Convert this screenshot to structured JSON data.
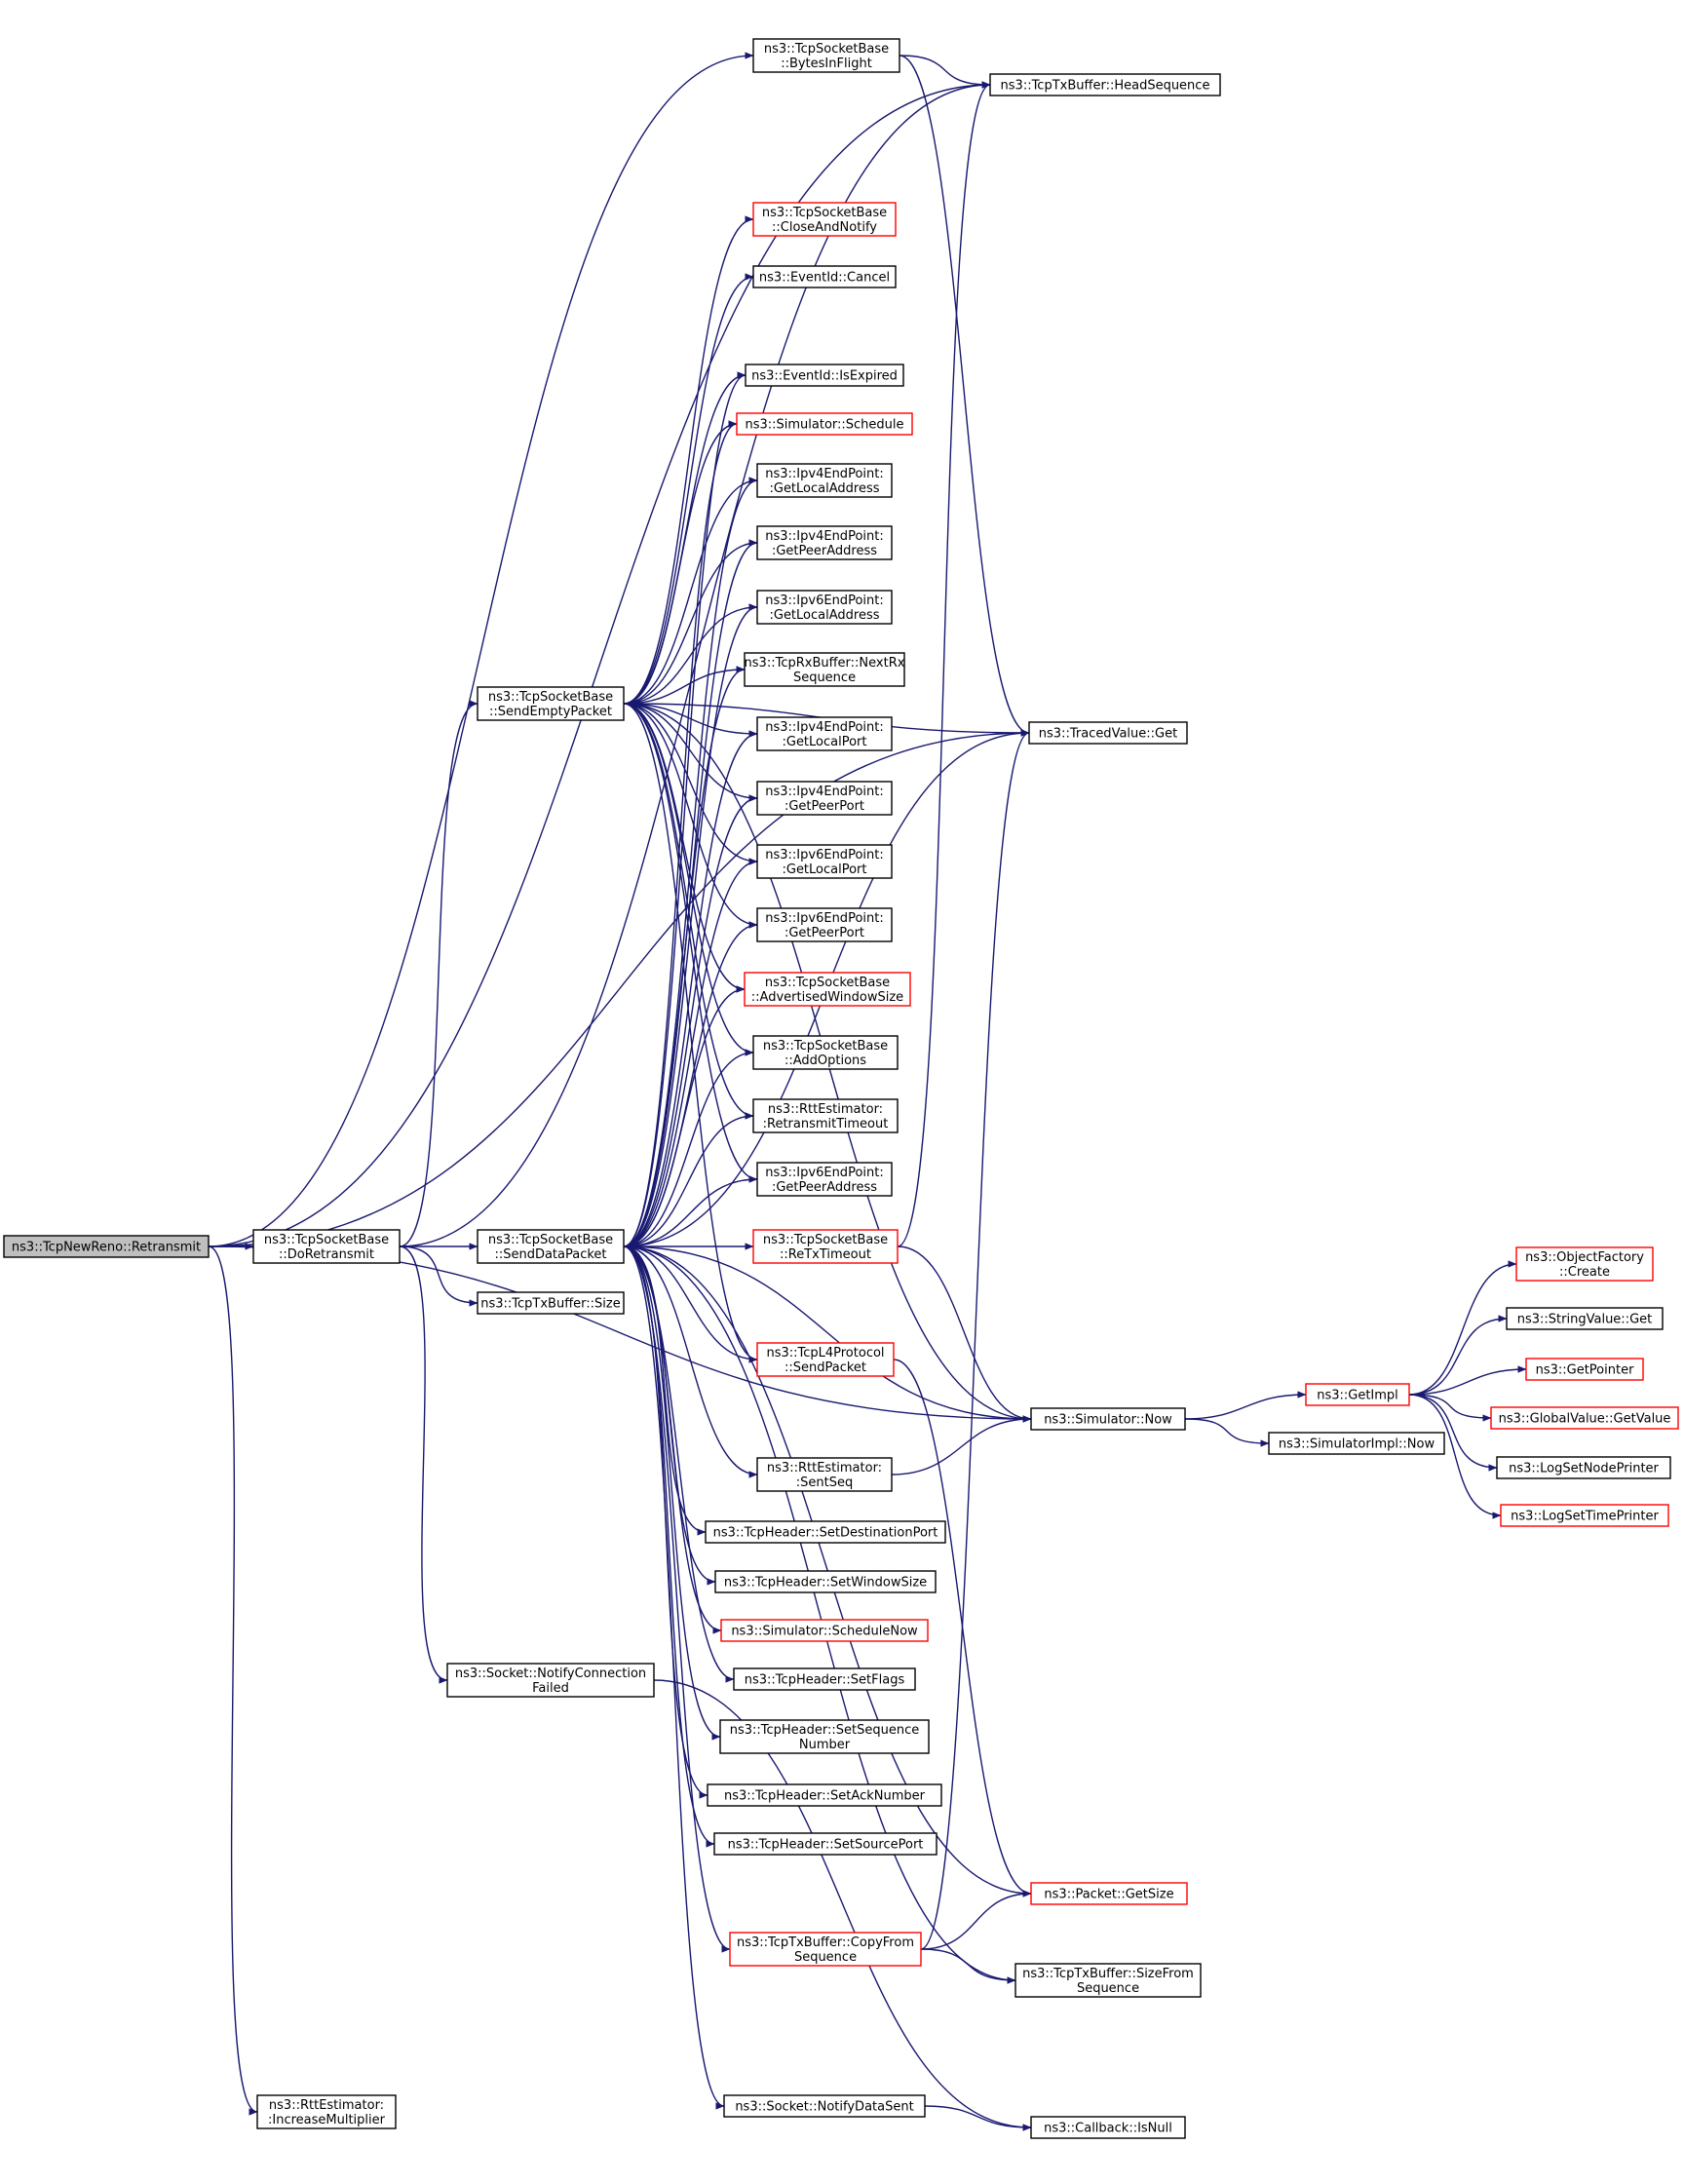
{
  "nodes": {
    "retransmit": {
      "lines": [
        "ns3::TcpNewReno::Retransmit"
      ],
      "style": "root"
    },
    "doRetransmit": {
      "lines": [
        "ns3::TcpSocketBase",
        "::DoRetransmit"
      ],
      "style": "normal"
    },
    "bytesInFlight": {
      "lines": [
        "ns3::TcpSocketBase",
        "::BytesInFlight"
      ],
      "style": "normal"
    },
    "headSequence": {
      "lines": [
        "ns3::TcpTxBuffer::HeadSequence"
      ],
      "style": "normal"
    },
    "closeAndNotify": {
      "lines": [
        "ns3::TcpSocketBase",
        "::CloseAndNotify"
      ],
      "style": "red"
    },
    "eventCancel": {
      "lines": [
        "ns3::EventId::Cancel"
      ],
      "style": "normal"
    },
    "isExpired": {
      "lines": [
        "ns3::EventId::IsExpired"
      ],
      "style": "normal"
    },
    "schedule": {
      "lines": [
        "ns3::Simulator::Schedule"
      ],
      "style": "red"
    },
    "ipv4GetLocalAddress": {
      "lines": [
        "ns3::Ipv4EndPoint:",
        ":GetLocalAddress"
      ],
      "style": "normal"
    },
    "ipv4GetPeerAddress": {
      "lines": [
        "ns3::Ipv4EndPoint:",
        ":GetPeerAddress"
      ],
      "style": "normal"
    },
    "ipv6GetLocalAddress": {
      "lines": [
        "ns3::Ipv6EndPoint:",
        ":GetLocalAddress"
      ],
      "style": "normal"
    },
    "nextRxSequence": {
      "lines": [
        "ns3::TcpRxBuffer::NextRx",
        "Sequence"
      ],
      "style": "normal"
    },
    "ipv4GetLocalPort": {
      "lines": [
        "ns3::Ipv4EndPoint:",
        ":GetLocalPort"
      ],
      "style": "normal"
    },
    "ipv4GetPeerPort": {
      "lines": [
        "ns3::Ipv4EndPoint:",
        ":GetPeerPort"
      ],
      "style": "normal"
    },
    "ipv6GetLocalPort": {
      "lines": [
        "ns3::Ipv6EndPoint:",
        ":GetLocalPort"
      ],
      "style": "normal"
    },
    "ipv6GetPeerPort": {
      "lines": [
        "ns3::Ipv6EndPoint:",
        ":GetPeerPort"
      ],
      "style": "normal"
    },
    "advertisedWindowSize": {
      "lines": [
        "ns3::TcpSocketBase",
        "::AdvertisedWindowSize"
      ],
      "style": "red"
    },
    "addOptions": {
      "lines": [
        "ns3::TcpSocketBase",
        "::AddOptions"
      ],
      "style": "normal"
    },
    "retransmitTimeout": {
      "lines": [
        "ns3::RttEstimator:",
        ":RetransmitTimeout"
      ],
      "style": "normal"
    },
    "ipv6GetPeerAddress": {
      "lines": [
        "ns3::Ipv6EndPoint:",
        ":GetPeerAddress"
      ],
      "style": "normal"
    },
    "sendEmptyPacket": {
      "lines": [
        "ns3::TcpSocketBase",
        "::SendEmptyPacket"
      ],
      "style": "normal"
    },
    "sendDataPacket": {
      "lines": [
        "ns3::TcpSocketBase",
        "::SendDataPacket"
      ],
      "style": "normal"
    },
    "txBufferSize": {
      "lines": [
        "ns3::TcpTxBuffer::Size"
      ],
      "style": "normal"
    },
    "reTxTimeout": {
      "lines": [
        "ns3::TcpSocketBase",
        "::ReTxTimeout"
      ],
      "style": "red"
    },
    "tracedValueGet": {
      "lines": [
        "ns3::TracedValue::Get"
      ],
      "style": "normal"
    },
    "l4SendPacket": {
      "lines": [
        "ns3::TcpL4Protocol",
        "::SendPacket"
      ],
      "style": "red"
    },
    "simulatorNow": {
      "lines": [
        "ns3::Simulator::Now"
      ],
      "style": "normal"
    },
    "sentSeq": {
      "lines": [
        "ns3::RttEstimator:",
        ":SentSeq"
      ],
      "style": "normal"
    },
    "setDestinationPort": {
      "lines": [
        "ns3::TcpHeader::SetDestinationPort"
      ],
      "style": "normal"
    },
    "setWindowSize": {
      "lines": [
        "ns3::TcpHeader::SetWindowSize"
      ],
      "style": "normal"
    },
    "scheduleNow": {
      "lines": [
        "ns3::Simulator::ScheduleNow"
      ],
      "style": "red"
    },
    "setFlags": {
      "lines": [
        "ns3::TcpHeader::SetFlags"
      ],
      "style": "normal"
    },
    "setSequenceNumber": {
      "lines": [
        "ns3::TcpHeader::SetSequence",
        "Number"
      ],
      "style": "normal"
    },
    "setAckNumber": {
      "lines": [
        "ns3::TcpHeader::SetAckNumber"
      ],
      "style": "normal"
    },
    "setSourcePort": {
      "lines": [
        "ns3::TcpHeader::SetSourcePort"
      ],
      "style": "normal"
    },
    "packetGetSize": {
      "lines": [
        "ns3::Packet::GetSize"
      ],
      "style": "red"
    },
    "copyFromSequence": {
      "lines": [
        "ns3::TcpTxBuffer::CopyFrom",
        "Sequence"
      ],
      "style": "red"
    },
    "sizeFromSequence": {
      "lines": [
        "ns3::TcpTxBuffer::SizeFrom",
        "Sequence"
      ],
      "style": "normal"
    },
    "notifyConnectionFailed": {
      "lines": [
        "ns3::Socket::NotifyConnection",
        "Failed"
      ],
      "style": "normal"
    },
    "increaseMultiplier": {
      "lines": [
        "ns3::RttEstimator:",
        ":IncreaseMultiplier"
      ],
      "style": "normal"
    },
    "notifyDataSent": {
      "lines": [
        "ns3::Socket::NotifyDataSent"
      ],
      "style": "normal"
    },
    "callbackIsNull": {
      "lines": [
        "ns3::Callback::IsNull"
      ],
      "style": "normal"
    },
    "getImpl": {
      "lines": [
        "ns3::GetImpl"
      ],
      "style": "red"
    },
    "simulatorImplNow": {
      "lines": [
        "ns3::SimulatorImpl::Now"
      ],
      "style": "normal"
    },
    "objectFactoryCreate": {
      "lines": [
        "ns3::ObjectFactory",
        "::Create"
      ],
      "style": "red"
    },
    "stringValueGet": {
      "lines": [
        "ns3::StringValue::Get"
      ],
      "style": "normal"
    },
    "getPointer": {
      "lines": [
        "ns3::GetPointer"
      ],
      "style": "red"
    },
    "globalValueGetValue": {
      "lines": [
        "ns3::GlobalValue::GetValue"
      ],
      "style": "red"
    },
    "logSetNodePrinter": {
      "lines": [
        "ns3::LogSetNodePrinter"
      ],
      "style": "normal"
    },
    "logSetTimePrinter": {
      "lines": [
        "ns3::LogSetTimePrinter"
      ],
      "style": "red"
    }
  },
  "edges": [
    [
      "retransmit",
      "doRetransmit"
    ],
    [
      "retransmit",
      "bytesInFlight"
    ],
    [
      "retransmit",
      "headSequence"
    ],
    [
      "retransmit",
      "increaseMultiplier"
    ],
    [
      "retransmit",
      "simulatorNow"
    ],
    [
      "retransmit",
      "tracedValueGet"
    ],
    [
      "doRetransmit",
      "sendEmptyPacket"
    ],
    [
      "doRetransmit",
      "sendDataPacket"
    ],
    [
      "doRetransmit",
      "txBufferSize"
    ],
    [
      "doRetransmit",
      "notifyConnectionFailed"
    ],
    [
      "doRetransmit",
      "headSequence"
    ],
    [
      "bytesInFlight",
      "headSequence"
    ],
    [
      "bytesInFlight",
      "tracedValueGet"
    ],
    [
      "sendEmptyPacket",
      "closeAndNotify"
    ],
    [
      "sendEmptyPacket",
      "eventCancel"
    ],
    [
      "sendEmptyPacket",
      "isExpired"
    ],
    [
      "sendEmptyPacket",
      "schedule"
    ],
    [
      "sendEmptyPacket",
      "ipv4GetLocalAddress"
    ],
    [
      "sendEmptyPacket",
      "ipv4GetPeerAddress"
    ],
    [
      "sendEmptyPacket",
      "ipv6GetLocalAddress"
    ],
    [
      "sendEmptyPacket",
      "nextRxSequence"
    ],
    [
      "sendEmptyPacket",
      "ipv4GetLocalPort"
    ],
    [
      "sendEmptyPacket",
      "ipv4GetPeerPort"
    ],
    [
      "sendEmptyPacket",
      "ipv6GetLocalPort"
    ],
    [
      "sendEmptyPacket",
      "ipv6GetPeerPort"
    ],
    [
      "sendEmptyPacket",
      "advertisedWindowSize"
    ],
    [
      "sendEmptyPacket",
      "addOptions"
    ],
    [
      "sendEmptyPacket",
      "retransmitTimeout"
    ],
    [
      "sendEmptyPacket",
      "ipv6GetPeerAddress"
    ],
    [
      "sendEmptyPacket",
      "l4SendPacket"
    ],
    [
      "sendEmptyPacket",
      "tracedValueGet"
    ],
    [
      "sendEmptyPacket",
      "simulatorNow"
    ],
    [
      "sendDataPacket",
      "isExpired"
    ],
    [
      "sendDataPacket",
      "schedule"
    ],
    [
      "sendDataPacket",
      "ipv4GetLocalAddress"
    ],
    [
      "sendDataPacket",
      "ipv4GetPeerAddress"
    ],
    [
      "sendDataPacket",
      "ipv6GetLocalAddress"
    ],
    [
      "sendDataPacket",
      "nextRxSequence"
    ],
    [
      "sendDataPacket",
      "ipv4GetLocalPort"
    ],
    [
      "sendDataPacket",
      "ipv4GetPeerPort"
    ],
    [
      "sendDataPacket",
      "ipv6GetLocalPort"
    ],
    [
      "sendDataPacket",
      "ipv6GetPeerPort"
    ],
    [
      "sendDataPacket",
      "advertisedWindowSize"
    ],
    [
      "sendDataPacket",
      "addOptions"
    ],
    [
      "sendDataPacket",
      "retransmitTimeout"
    ],
    [
      "sendDataPacket",
      "ipv6GetPeerAddress"
    ],
    [
      "sendDataPacket",
      "reTxTimeout"
    ],
    [
      "sendDataPacket",
      "tracedValueGet"
    ],
    [
      "sendDataPacket",
      "l4SendPacket"
    ],
    [
      "sendDataPacket",
      "simulatorNow"
    ],
    [
      "sendDataPacket",
      "sentSeq"
    ],
    [
      "sendDataPacket",
      "setDestinationPort"
    ],
    [
      "sendDataPacket",
      "setWindowSize"
    ],
    [
      "sendDataPacket",
      "scheduleNow"
    ],
    [
      "sendDataPacket",
      "setFlags"
    ],
    [
      "sendDataPacket",
      "setSequenceNumber"
    ],
    [
      "sendDataPacket",
      "setAckNumber"
    ],
    [
      "sendDataPacket",
      "setSourcePort"
    ],
    [
      "sendDataPacket",
      "packetGetSize"
    ],
    [
      "sendDataPacket",
      "copyFromSequence"
    ],
    [
      "sendDataPacket",
      "sizeFromSequence"
    ],
    [
      "sendDataPacket",
      "notifyDataSent"
    ],
    [
      "reTxTimeout",
      "headSequence"
    ],
    [
      "reTxTimeout",
      "simulatorNow"
    ],
    [
      "l4SendPacket",
      "packetGetSize"
    ],
    [
      "sentSeq",
      "simulatorNow"
    ],
    [
      "copyFromSequence",
      "packetGetSize"
    ],
    [
      "copyFromSequence",
      "sizeFromSequence"
    ],
    [
      "copyFromSequence",
      "tracedValueGet"
    ],
    [
      "notifyDataSent",
      "callbackIsNull"
    ],
    [
      "notifyConnectionFailed",
      "callbackIsNull"
    ],
    [
      "simulatorNow",
      "getImpl"
    ],
    [
      "simulatorNow",
      "simulatorImplNow"
    ],
    [
      "getImpl",
      "objectFactoryCreate"
    ],
    [
      "getImpl",
      "stringValueGet"
    ],
    [
      "getImpl",
      "getPointer"
    ],
    [
      "getImpl",
      "globalValueGetValue"
    ],
    [
      "getImpl",
      "logSetNodePrinter"
    ],
    [
      "getImpl",
      "logSetTimePrinter"
    ]
  ]
}
